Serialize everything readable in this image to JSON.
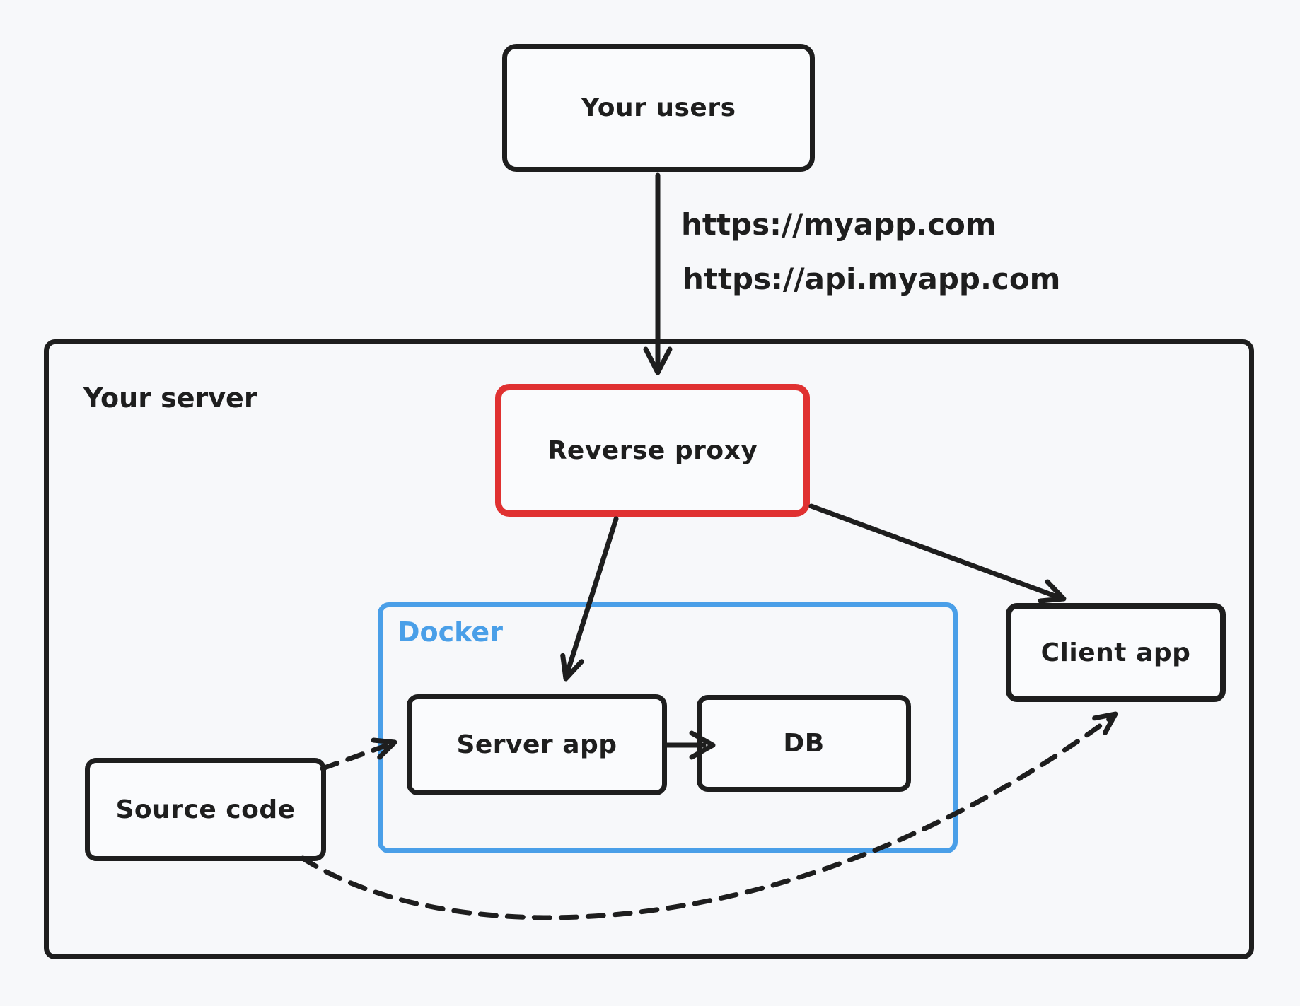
{
  "diagram": {
    "background": "#f7f8fa",
    "colors": {
      "stroke": "#1e1e1e",
      "reverse_proxy_accent": "#e03131",
      "docker_accent": "#4a9fe8"
    },
    "nodes": {
      "your_users": {
        "label": "Your users"
      },
      "your_server": {
        "label": "Your server"
      },
      "reverse_proxy": {
        "label": "Reverse proxy"
      },
      "docker": {
        "label": "Docker"
      },
      "server_app": {
        "label": "Server app"
      },
      "db": {
        "label": "DB"
      },
      "client_app": {
        "label": "Client app"
      },
      "source_code": {
        "label": "Source code"
      }
    },
    "edge_labels": {
      "users_to_proxy_line1": "https://myapp.com",
      "users_to_proxy_line2": "https://api.myapp.com"
    },
    "edges": [
      {
        "from": "your_users",
        "to": "reverse_proxy",
        "style": "solid",
        "label": "https://myapp.com, https://api.myapp.com"
      },
      {
        "from": "reverse_proxy",
        "to": "server_app",
        "style": "solid",
        "label": ""
      },
      {
        "from": "reverse_proxy",
        "to": "client_app",
        "style": "solid",
        "label": ""
      },
      {
        "from": "server_app",
        "to": "db",
        "style": "solid",
        "label": ""
      },
      {
        "from": "source_code",
        "to": "server_app",
        "style": "dashed",
        "label": ""
      },
      {
        "from": "source_code",
        "to": "client_app",
        "style": "dashed",
        "label": ""
      }
    ]
  }
}
